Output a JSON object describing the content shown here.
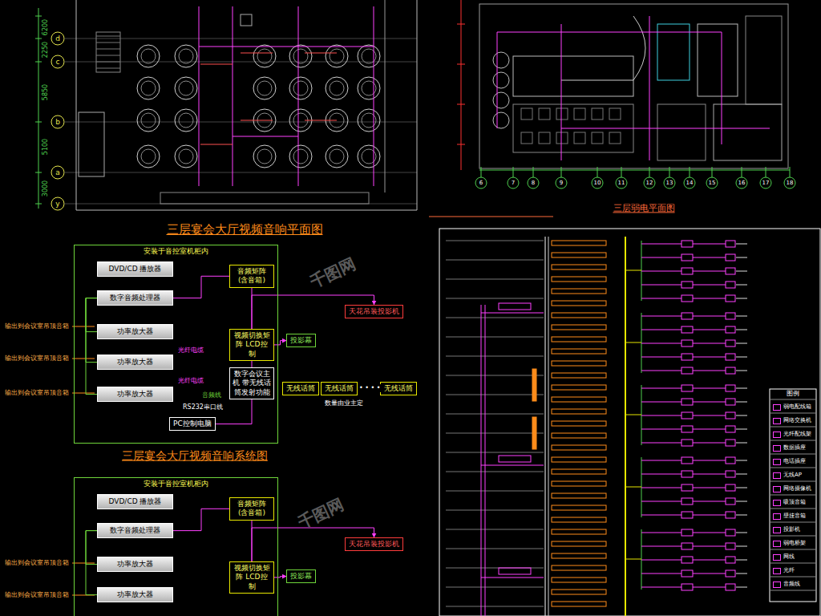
{
  "diagram": {
    "nodes": [
      {
        "text": [
          "安装于音控室机柜内"
        ]
      },
      {
        "text": [
          "DVD/CD 播放器"
        ],
        "in": 0
      },
      {
        "text": [
          "数字音频处理器"
        ],
        "in": 0
      },
      {
        "text": [
          "功率放大器"
        ],
        "in": 0
      },
      {
        "text": [
          "功率放大器"
        ],
        "in": 0
      },
      {
        "text": [
          "功率放大器"
        ],
        "in": 0
      },
      {
        "text": [
          "音频矩阵(含音箱)"
        ],
        "in": 0
      },
      {
        "text": [
          "视频切换矩阵 LCD控制"
        ],
        "in": 0
      },
      {
        "text": [
          "数字会议主机 带无线话筒发射功能"
        ],
        "in": 0
      },
      {
        "text": [
          "PC控制电脑"
        ],
        "in": 0
      },
      {
        "text": [
          "投影幕"
        ]
      },
      {
        "text": [
          "天花吊装投影机"
        ]
      },
      {
        "text": [
          "无线话筒"
        ]
      },
      {
        "text": [
          "无线话筒"
        ]
      },
      {
        "text": [
          "无线话筒"
        ]
      },
      {
        "text": [
          "安装于音控室机柜内"
        ]
      },
      {
        "text": [
          "DVD/CD 播放器"
        ],
        "in": 15
      },
      {
        "text": [
          "数字音频处理器"
        ],
        "in": 15
      },
      {
        "text": [
          "功率放大器"
        ],
        "in": 15
      },
      {
        "text": [
          "功率放大器"
        ],
        "in": 15
      },
      {
        "text": [
          "音频矩阵(含音箱)"
        ],
        "in": 15
      },
      {
        "text": [
          "视频切换矩阵 LCD控制"
        ],
        "in": 15
      },
      {
        "text": [
          "天花吊装投影机"
        ]
      },
      {
        "text": [
          "投影幕"
        ]
      }
    ],
    "edges": [
      {
        "from": 3,
        "to": 2,
        "arrow": "none"
      },
      {
        "from": 4,
        "to": 2,
        "arrow": "none"
      },
      {
        "from": 5,
        "to": 2,
        "arrow": "none"
      },
      {
        "from": 2,
        "to": 6,
        "arrow": "none"
      },
      {
        "from": 6,
        "to": 7,
        "arrow": "none"
      },
      {
        "from": 7,
        "to": 8,
        "arrow": "none"
      },
      {
        "from": 8,
        "to": 9,
        "arrow": "none"
      },
      {
        "from": 7,
        "to": 10,
        "arrow": "to"
      },
      {
        "from": 7,
        "to": 11,
        "arrow": "to"
      },
      {
        "from": 18,
        "to": 17,
        "arrow": "none"
      },
      {
        "from": 19,
        "to": 17,
        "arrow": "none"
      },
      {
        "from": 17,
        "to": 20,
        "arrow": "none"
      },
      {
        "from": 20,
        "to": 21,
        "arrow": "none"
      },
      {
        "from": 21,
        "to": 23,
        "arrow": "to"
      },
      {
        "from": 21,
        "to": 22,
        "arrow": "to"
      }
    ],
    "labels": [
      "d",
      "c",
      "b",
      "a",
      "y",
      "6200",
      "2250",
      "5850",
      "5100",
      "3000",
      "三层宴会大厅视频音响平面图",
      "三层弱电平面图",
      "三层宴会大厅视频音响系统图",
      "6",
      "7",
      "8",
      "9",
      "10",
      "11",
      "12",
      "13",
      "14",
      "15",
      "16",
      "17",
      "18",
      "输出到会议室吊顶音箱",
      "输出到会议室吊顶音箱",
      "输出到会议室吊顶音箱",
      "光纤电缆",
      "光纤电缆",
      "音频线",
      "RS232串口线",
      "• • • •",
      "数量由业主定",
      "输出到会议室吊顶音箱",
      "输出到会议室吊顶音箱",
      "图例",
      "千图网",
      "千图网"
    ],
    "legend": [
      {
        "text": "弱电配线箱"
      },
      {
        "text": "网络交换机"
      },
      {
        "text": "光纤配线架"
      },
      {
        "text": "数据插座"
      },
      {
        "text": "电话插座"
      },
      {
        "text": "无线AP"
      },
      {
        "text": "网络摄像机"
      },
      {
        "text": "吸顶音箱"
      },
      {
        "text": "壁挂音箱"
      },
      {
        "text": "投影机"
      },
      {
        "text": "弱电桥架"
      },
      {
        "text": "网线"
      },
      {
        "text": "光纤"
      },
      {
        "text": "音频线"
      }
    ]
  }
}
